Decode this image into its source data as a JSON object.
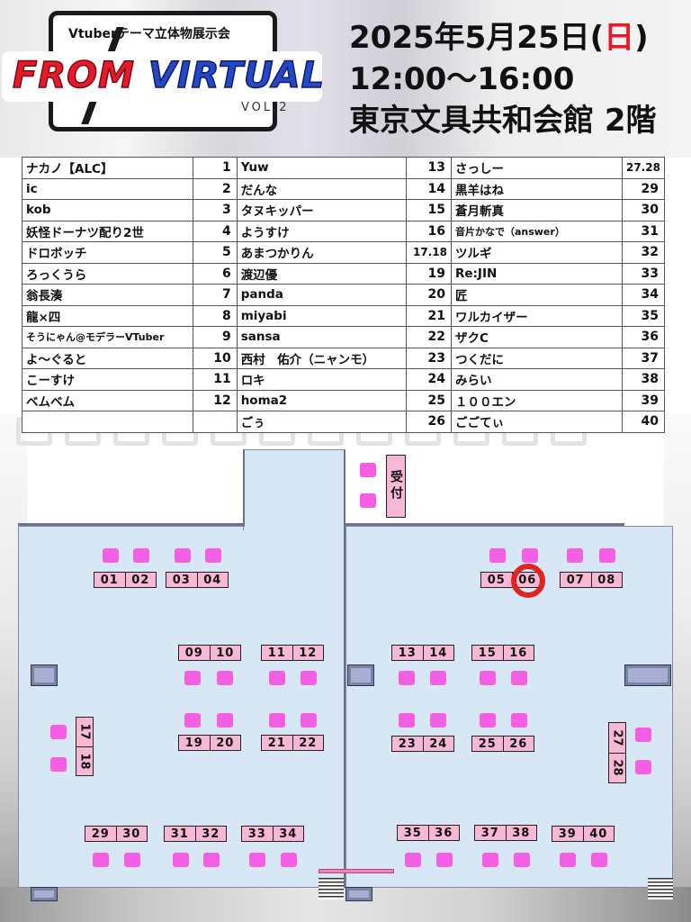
{
  "event": {
    "subtitle": "Vtuberテーマ立体物展示会",
    "name_red": "FROM ",
    "name_blue": "VIRTUAL",
    "volume": "VOL.2",
    "date_prefix": "2025年5月25日(",
    "date_day": "日",
    "date_suffix": ")",
    "time": "12:00～16:00",
    "venue": "東京文具共和会館 2階"
  },
  "colors": {
    "accent_red": "#e8192b",
    "accent_blue": "#2547c9",
    "room_fill": "#d8e7f5",
    "booth_fill": "#f6b8d4",
    "seat_fill": "#f55fe6",
    "marker": "#e3241c"
  },
  "exhibitors": [
    [
      {
        "name": "ナカノ【ALC】",
        "booth": "1"
      },
      {
        "name": "Yuw",
        "booth": "13"
      },
      {
        "name": "さっしー",
        "booth": "27.28"
      }
    ],
    [
      {
        "name": "ic",
        "booth": "2"
      },
      {
        "name": "だんな",
        "booth": "14"
      },
      {
        "name": "黒羊はね",
        "booth": "29"
      }
    ],
    [
      {
        "name": "kob",
        "booth": "3"
      },
      {
        "name": "タヌキッパー",
        "booth": "15"
      },
      {
        "name": "蒼月斬真",
        "booth": "30"
      }
    ],
    [
      {
        "name": "妖怪ドーナツ配り2世",
        "booth": "4"
      },
      {
        "name": "ようすけ",
        "booth": "16"
      },
      {
        "name": "音片かなで（answer）",
        "booth": "31"
      }
    ],
    [
      {
        "name": "ドロボッチ",
        "booth": "5"
      },
      {
        "name": "あまつかりん",
        "booth": "17.18"
      },
      {
        "name": "ツルギ",
        "booth": "32"
      }
    ],
    [
      {
        "name": "ろっくうら",
        "booth": "6"
      },
      {
        "name": "渡辺優",
        "booth": "19"
      },
      {
        "name": "Re:JIN",
        "booth": "33"
      }
    ],
    [
      {
        "name": "翁長湊",
        "booth": "7"
      },
      {
        "name": "panda",
        "booth": "20"
      },
      {
        "name": "匠",
        "booth": "34"
      }
    ],
    [
      {
        "name": "龍×四",
        "booth": "8"
      },
      {
        "name": "miyabi",
        "booth": "21"
      },
      {
        "name": "ワルカイザー",
        "booth": "35"
      }
    ],
    [
      {
        "name": "そうにゃん@モデラーVTuber",
        "booth": "9"
      },
      {
        "name": "sansa",
        "booth": "22"
      },
      {
        "name": "ザクC",
        "booth": "36"
      }
    ],
    [
      {
        "name": "よ～ぐると",
        "booth": "10"
      },
      {
        "name": "西村　佑介（ニャンモ）",
        "booth": "23"
      },
      {
        "name": "つくだに",
        "booth": "37"
      }
    ],
    [
      {
        "name": "こーすけ",
        "booth": "11"
      },
      {
        "name": "ロキ",
        "booth": "24"
      },
      {
        "name": "みらい",
        "booth": "38"
      }
    ],
    [
      {
        "name": "ベムベム",
        "booth": "12"
      },
      {
        "name": "homa2",
        "booth": "25"
      },
      {
        "name": "１００エン",
        "booth": "39"
      }
    ],
    [
      {
        "name": "",
        "booth": ""
      },
      {
        "name": "ごぅ",
        "booth": "26"
      },
      {
        "name": "ごごてぃ",
        "booth": "40"
      }
    ]
  ],
  "map": {
    "reception_label": "受付",
    "highlighted_booth": "06",
    "booth_pairs": [
      [
        "01",
        "02"
      ],
      [
        "03",
        "04"
      ],
      [
        "05",
        "06"
      ],
      [
        "07",
        "08"
      ],
      [
        "09",
        "10"
      ],
      [
        "11",
        "12"
      ],
      [
        "13",
        "14"
      ],
      [
        "15",
        "16"
      ],
      [
        "19",
        "20"
      ],
      [
        "21",
        "22"
      ],
      [
        "23",
        "24"
      ],
      [
        "25",
        "26"
      ],
      [
        "29",
        "30"
      ],
      [
        "31",
        "32"
      ],
      [
        "33",
        "34"
      ],
      [
        "35",
        "36"
      ],
      [
        "37",
        "38"
      ],
      [
        "39",
        "40"
      ]
    ],
    "vertical_pairs": [
      [
        "17",
        "18"
      ],
      [
        "27",
        "28"
      ]
    ]
  }
}
